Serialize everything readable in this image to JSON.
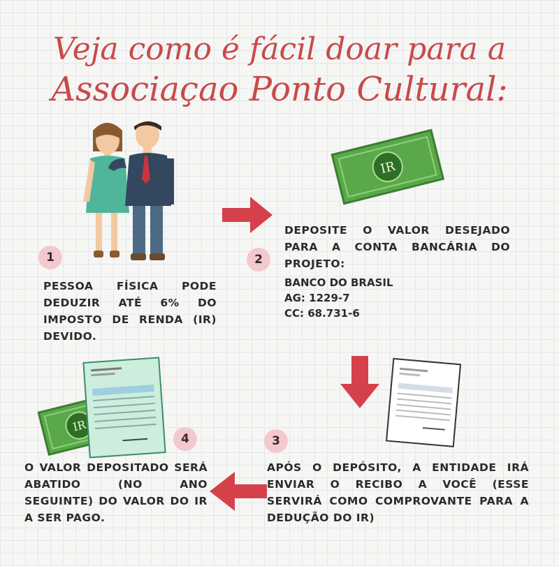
{
  "title": {
    "line1": "Veja como é fácil doar para a",
    "line2": "Associaçao Ponto Cultural:"
  },
  "bill_label": "IR",
  "steps": [
    {
      "number": "1",
      "text": "PESSOA FÍSICA PODE DEDUZIR ATÉ 6% DO IMPOSTO DE RENDA (IR) DEVIDO."
    },
    {
      "number": "2",
      "text": "DEPOSITE O VALOR DESEJADO PARA A CONTA BANCÁRIA DO PROJETO:"
    },
    {
      "number": "3",
      "text": "APÓS O DEPÓSITO, A ENTIDADE IRÁ ENVIAR O RECIBO A VOCÊ (ESSE SERVIRÁ COMO COMPROVANTE PARA A DEDUÇÃO DO IR)"
    },
    {
      "number": "4",
      "text": "O VALOR DEPOSITADO SERÁ ABATIDO (NO ANO SEGUINTE) DO VALOR DO IR A SER PAGO."
    }
  ],
  "bank": {
    "name": "BANCO DO BRASIL",
    "agency": "AG: 1229-7",
    "account": "CC: 68.731-6"
  },
  "colors": {
    "title": "#c84a4a",
    "arrow": "#d5414b",
    "badge": "#f4c8cf",
    "bill": "#5aa84a"
  }
}
